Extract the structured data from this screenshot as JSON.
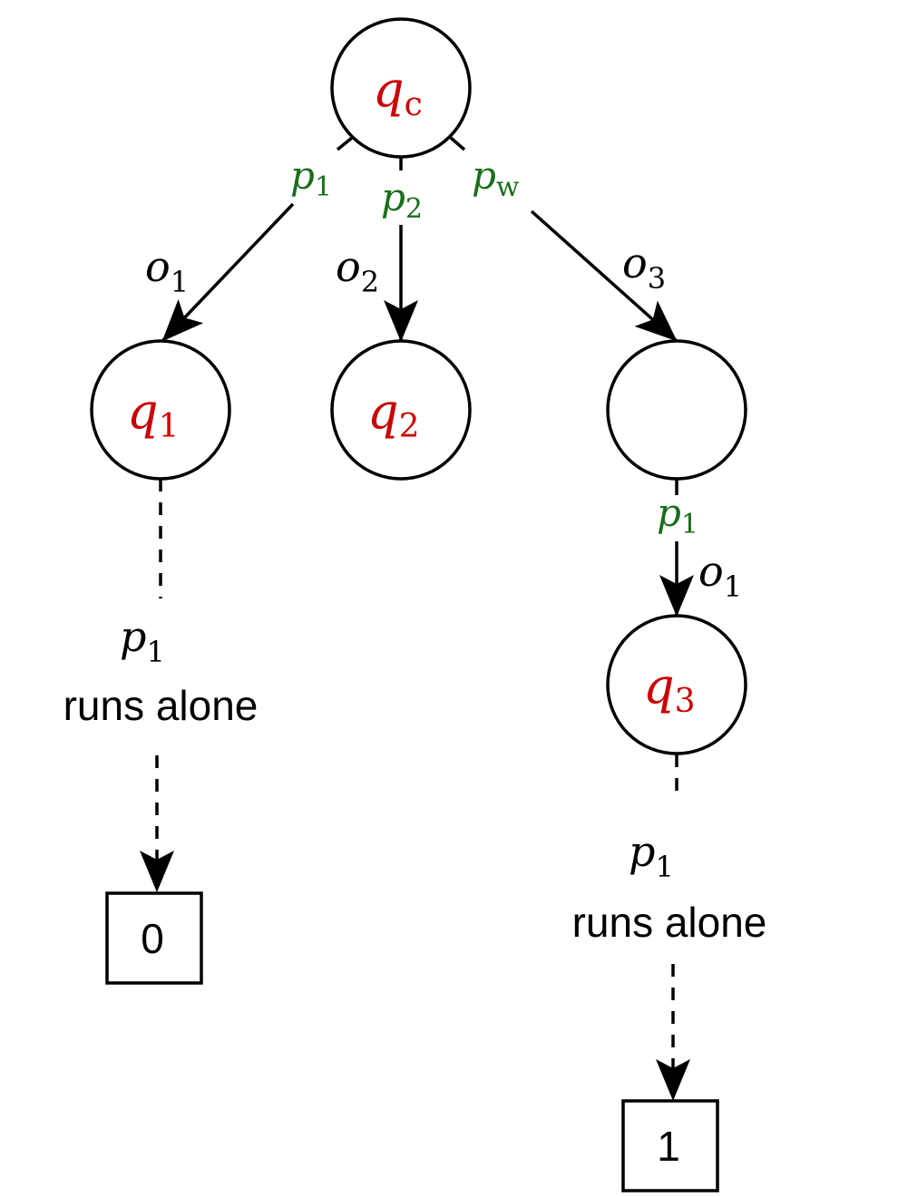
{
  "states": {
    "qc": {
      "base": "q",
      "sub": "c"
    },
    "q1": {
      "base": "q",
      "sub": "1"
    },
    "q2": {
      "base": "q",
      "sub": "2"
    },
    "q3": {
      "base": "q",
      "sub": "3"
    }
  },
  "processes": {
    "p1": {
      "base": "p",
      "sub": "1"
    },
    "p2": {
      "base": "p",
      "sub": "2"
    },
    "pw": {
      "base": "p",
      "sub": "w"
    },
    "p1_right": {
      "base": "p",
      "sub": "1"
    }
  },
  "operations": {
    "o1": {
      "base": "o",
      "sub": "1"
    },
    "o2": {
      "base": "o",
      "sub": "2"
    },
    "o3": {
      "base": "o",
      "sub": "3"
    },
    "o1_right": {
      "base": "o",
      "sub": "1"
    }
  },
  "solo_runs": {
    "left": {
      "var_base": "p",
      "var_sub": "1",
      "text": "runs alone"
    },
    "right": {
      "var_base": "p",
      "var_sub": "1",
      "text": "runs alone"
    }
  },
  "outputs": {
    "left": "0",
    "right": "1"
  },
  "colors": {
    "state_label": "#cc0000",
    "process_label": "#1a6e1a",
    "stroke": "#000000"
  }
}
